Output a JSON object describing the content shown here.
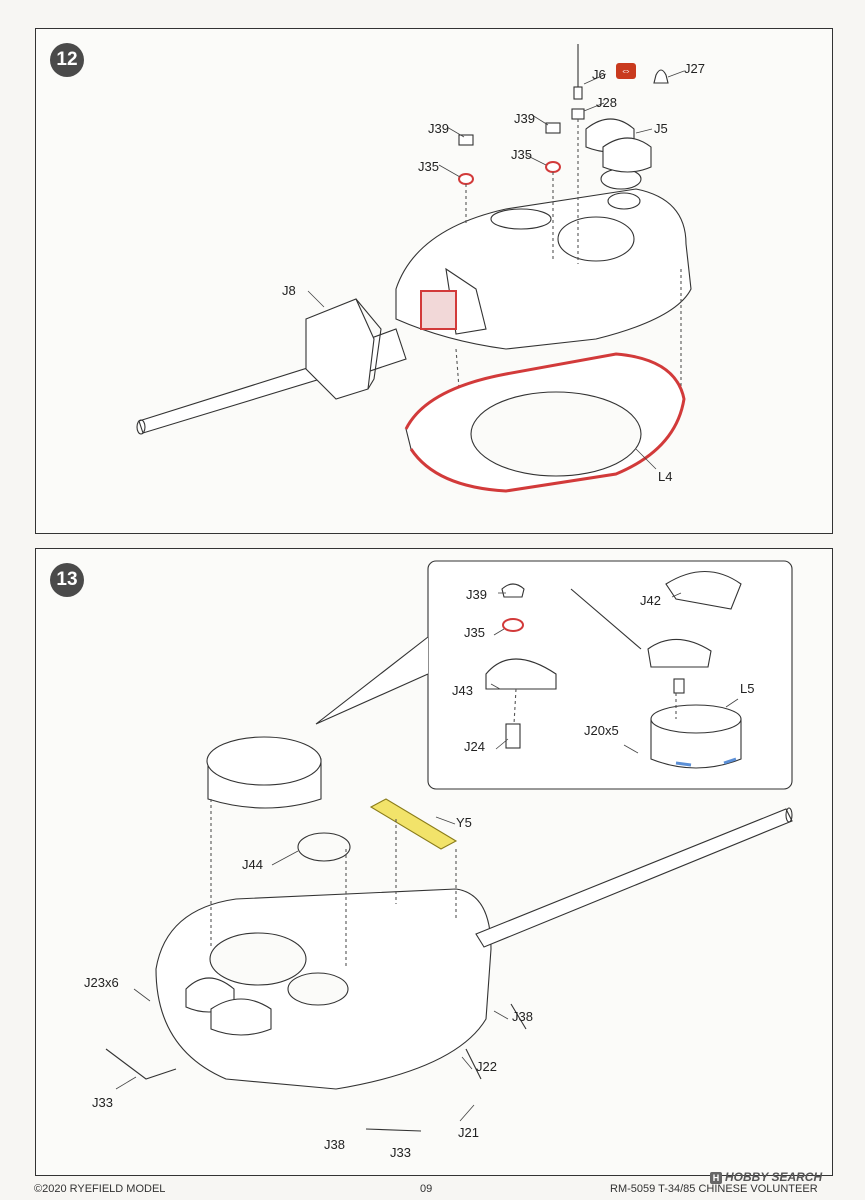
{
  "steps": [
    {
      "number": "12",
      "labels": {
        "j6": "J6",
        "j27": "J27",
        "j28": "J28",
        "j39a": "J39",
        "j39b": "J39",
        "j5": "J5",
        "j35a": "J35",
        "j35b": "J35",
        "j8": "J8",
        "l4": "L4"
      }
    },
    {
      "number": "13",
      "labels": {
        "j39": "J39",
        "j42": "J42",
        "j35": "J35",
        "j43": "J43",
        "l5": "L5",
        "j20x5": "J20x5",
        "j24": "J24",
        "y5": "Y5",
        "j44": "J44",
        "j23x6": "J23x6",
        "j38a": "J38",
        "j38b": "J38",
        "j22": "J22",
        "j33a": "J33",
        "j33b": "J33",
        "j21": "J21"
      }
    }
  ],
  "icons": {
    "flip": "flip-arrows-icon"
  },
  "footer": {
    "copyright": "©2020 RYEFIELD MODEL",
    "page_number": "09",
    "product": "RM-5059 T-34/85 CHINESE VOLUNTEER"
  },
  "watermark": {
    "text": "HOBBY SEARCH",
    "logo_letter": "H"
  },
  "colors": {
    "highlight_red": "#d23a3a",
    "part_yellow": "#f2e36a",
    "clear_blue": "#5b8fd6"
  }
}
